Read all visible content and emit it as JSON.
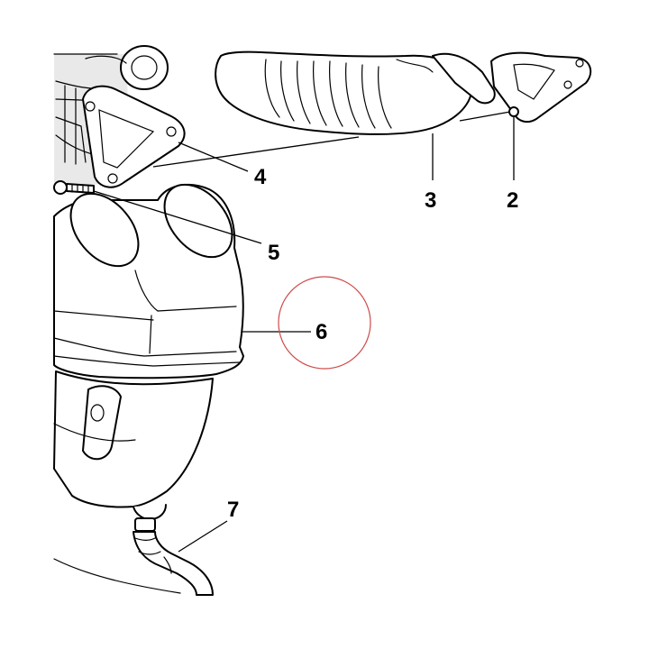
{
  "callouts": [
    {
      "id": "2",
      "label": "2"
    },
    {
      "id": "3",
      "label": "3"
    },
    {
      "id": "4",
      "label": "4"
    },
    {
      "id": "5",
      "label": "5"
    },
    {
      "id": "6",
      "label": "6"
    },
    {
      "id": "7",
      "label": "7"
    }
  ],
  "highlight_color": "#d04a4a",
  "line_color": "#000000"
}
